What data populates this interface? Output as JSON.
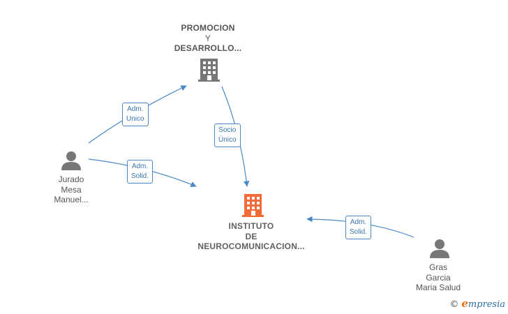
{
  "nodes": {
    "promocion": {
      "lines": [
        "PROMOCION",
        "Y",
        "DESARROLLO..."
      ],
      "icon": "building-icon",
      "color": "#777777"
    },
    "instituto": {
      "lines": [
        "INSTITUTO",
        "DE",
        "NEUROCOMUNICACION..."
      ],
      "icon": "building-icon",
      "color": "#f26a35"
    },
    "jurado": {
      "lines": [
        "Jurado",
        "Mesa",
        "Manuel..."
      ],
      "icon": "person-icon",
      "color": "#777777"
    },
    "gras": {
      "lines": [
        "Gras",
        "Garcia",
        "Maria Salud"
      ],
      "icon": "person-icon",
      "color": "#777777"
    }
  },
  "edges": [
    {
      "from": "jurado",
      "to": "promocion",
      "lines": [
        "Adm.",
        "Unico"
      ]
    },
    {
      "from": "promocion",
      "to": "instituto",
      "lines": [
        "Socio",
        "Único"
      ]
    },
    {
      "from": "jurado",
      "to": "instituto",
      "lines": [
        "Adm.",
        "Solid."
      ]
    },
    {
      "from": "gras",
      "to": "instituto",
      "lines": [
        "Adm.",
        "Solid."
      ]
    }
  ],
  "colors": {
    "edge": "#4a88c7"
  },
  "brand": {
    "copyright": "©",
    "initial": "e",
    "rest": "mpresia"
  }
}
